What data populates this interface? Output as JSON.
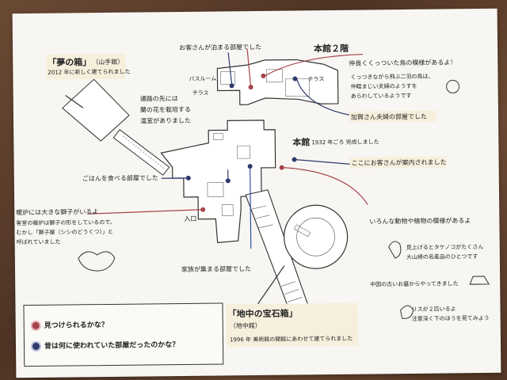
{
  "dream_box": {
    "title": "「夢の箱」",
    "sub": "（山手館）",
    "note": "2012 年に新しく建てられました"
  },
  "annex2": {
    "title": "本館２階"
  },
  "main_building": {
    "title": "本館",
    "year": "1932 年ごろ 完成しました"
  },
  "underground": {
    "title": "「地中の宝石箱」",
    "sub": "（地中館）",
    "note": "1996 年 美術館の開館にあわせて建てられました"
  },
  "labels": {
    "guest_room": "お客さんが泊まる部屋でした",
    "bathroom": "バスルーム",
    "terrace1": "テラス",
    "terrace2": "テラス",
    "orchid1": "通路の先には",
    "orchid2": "蘭の花を栽培する",
    "orchid3": "温室がありました",
    "dining": "ごはんを食べる部屋でした",
    "lion1": "暖炉には大きな獅子がいるよ",
    "lion2": "客室の暖炉は獅子の形をしているので、",
    "lion3": "むかし「獅子屋（シシのどうくつ）」と",
    "lion4": "呼ばれていました",
    "entrance": "入口",
    "family": "家族が集まる部屋でした",
    "bird1": "仲良くくっついた鳥の模様があるよ！",
    "bird2": "くっつきながら飛ぶ二羽の鳥は、",
    "bird3": "仲睦まじい夫婦のようすを",
    "bird4": "あらわしているようです",
    "kaga": "加賀さん夫婦の部屋でした",
    "reception": "ここにお客さんが案内されました",
    "animals": "いろんな動物や植物の模様があるよ",
    "bamboo1": "見上げるとタケノコがたくさん",
    "bamboo2": "大山崎の名産品のひとつです",
    "china": "中国の古いお墓からやってきました",
    "squirrel1": "リスが２匹いるよ",
    "squirrel2": "注意深く下のほうを見てみよう"
  },
  "legend": {
    "q1": "見つけられるかな？",
    "q2": "昔は何に使われていた部屋だったのかな？"
  },
  "colors": {
    "red": "#a7434b",
    "navy": "#2e3a6b",
    "blue": "#3550a8",
    "box_bg": "#f6efdc"
  }
}
